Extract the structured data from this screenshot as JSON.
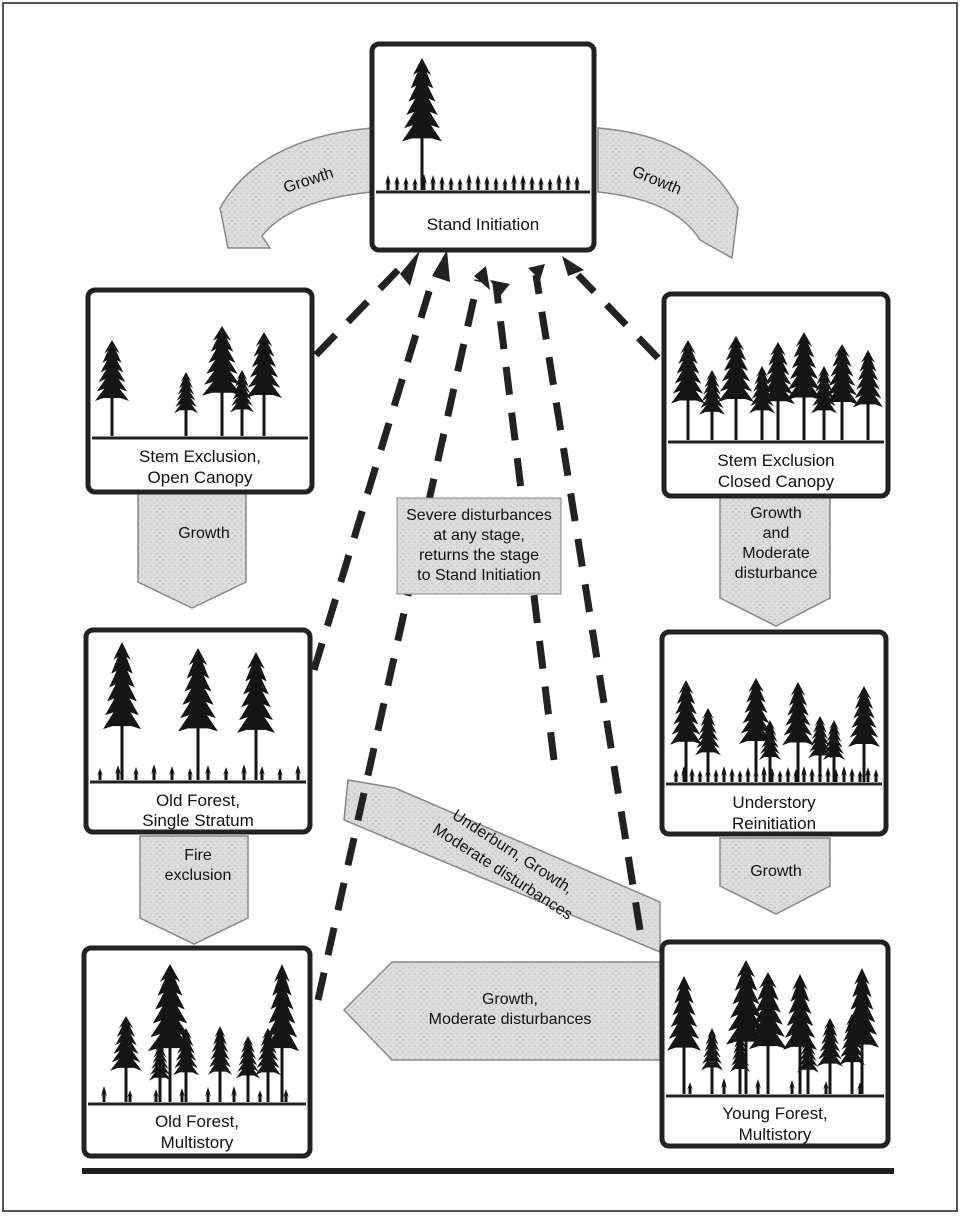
{
  "stages": {
    "stand_initiation": "Stand Initiation",
    "stem_exclusion_open": [
      "Stem Exclusion,",
      "Open Canopy"
    ],
    "stem_exclusion_closed": [
      "Stem Exclusion",
      "Closed Canopy"
    ],
    "old_forest_single": [
      "Old Forest,",
      "Single Stratum"
    ],
    "understory_reinitiation": [
      "Understory",
      "Reinitiation"
    ],
    "old_forest_multi": [
      "Old Forest,",
      "Multistory"
    ],
    "young_forest_multi": [
      "Young Forest,",
      "Multistory"
    ]
  },
  "arrows": {
    "top_left_growth": "Growth",
    "top_right_growth": "Growth",
    "left_growth": "Growth",
    "right_growth_moderate": [
      "Growth",
      "and",
      "Moderate",
      "disturbance"
    ],
    "fire_exclusion": [
      "Fire",
      "exclusion"
    ],
    "right_growth": "Growth",
    "diagonal": [
      "Underburn, Growth,",
      "Moderate disturbances"
    ],
    "bottom": [
      "Growth,",
      "Moderate disturbances"
    ]
  },
  "note": [
    "Severe disturbances",
    "at any stage,",
    "returns the stage",
    "to Stand Initiation"
  ],
  "colors": {
    "ink": "#151515",
    "arrow_fill": "#d9d9d9",
    "arrow_stroke": "#8a8a8a",
    "frame": "#222222"
  }
}
